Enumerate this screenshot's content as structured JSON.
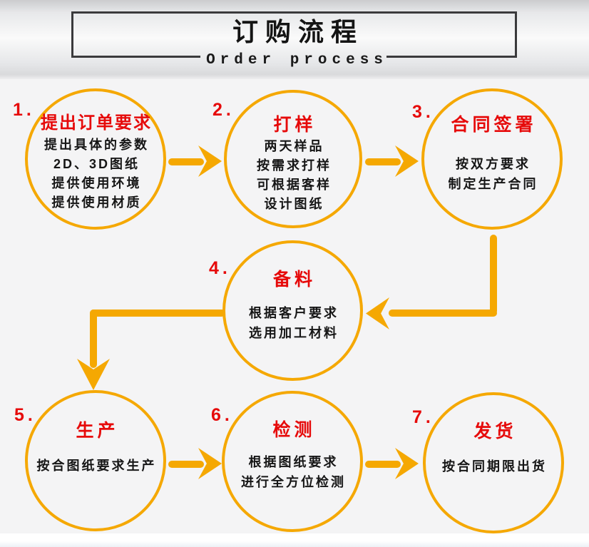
{
  "header": {
    "title": "订购流程",
    "subtitle": "Order process"
  },
  "steps": [
    {
      "number": "1.",
      "title": "提出订单要求",
      "lines": [
        "提出具体的参数",
        "2D、3D图纸",
        "提供使用环境",
        "提供使用材质"
      ]
    },
    {
      "number": "2.",
      "title": "打样",
      "lines": [
        "两天样品",
        "按需求打样",
        "可根据客样",
        "设计图纸"
      ]
    },
    {
      "number": "3.",
      "title": "合同签署",
      "lines": [
        "按双方要求",
        "制定生产合同"
      ]
    },
    {
      "number": "4.",
      "title": "备料",
      "lines": [
        "根据客户要求",
        "选用加工材料"
      ]
    },
    {
      "number": "5.",
      "title": "生产",
      "lines": [
        "按合图纸要求生产"
      ]
    },
    {
      "number": "6.",
      "title": "检测",
      "lines": [
        "根据图纸要求",
        "进行全方位检测"
      ]
    },
    {
      "number": "7.",
      "title": "发货",
      "lines": [
        "按合同期限出货"
      ]
    }
  ],
  "colors": {
    "accent_orange": "#F5A802",
    "step_title_red": "#E60A0A",
    "text_black": "#161616",
    "header_border": "#3A3A3C"
  }
}
